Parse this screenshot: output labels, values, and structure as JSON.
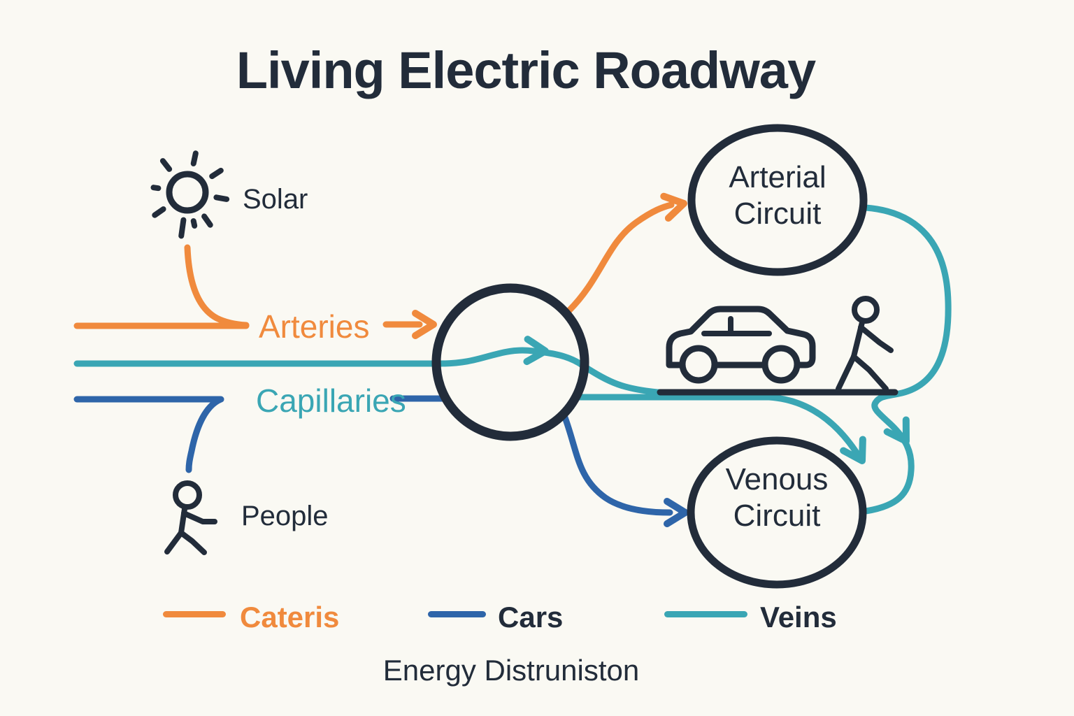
{
  "title": "Living Electric Roadway",
  "caption": "Energy Distruniston",
  "nodes": {
    "solar": {
      "label": "Solar"
    },
    "people": {
      "label": "People"
    },
    "arterial_circuit": {
      "line1": "Arterial",
      "line2": "Circuit"
    },
    "venous_circuit": {
      "line1": "Venous",
      "line2": "Circuit"
    }
  },
  "edges": {
    "arteries_label": "Arteries",
    "capillaries_label": "Capillaries"
  },
  "legend": [
    {
      "label": "Cateris",
      "swatch_color": "#F08A3D",
      "text_color": "#F08A3D"
    },
    {
      "label": "Cars",
      "swatch_color": "#2E65A9",
      "text_color": "#222C3A"
    },
    {
      "label": "Veins",
      "swatch_color": "#3AA6B4",
      "text_color": "#222C3A"
    }
  ],
  "icons": {
    "solar": "sun-icon",
    "people": "walking-person-icon",
    "roadway_vehicle": "car-icon",
    "roadway_pedestrian": "pedestrian-icon"
  },
  "colors": {
    "background": "#FAF9F3",
    "ink": "#222C3A",
    "orange": "#F08A3D",
    "teal": "#3AA6B4",
    "blue": "#2E65A9"
  }
}
